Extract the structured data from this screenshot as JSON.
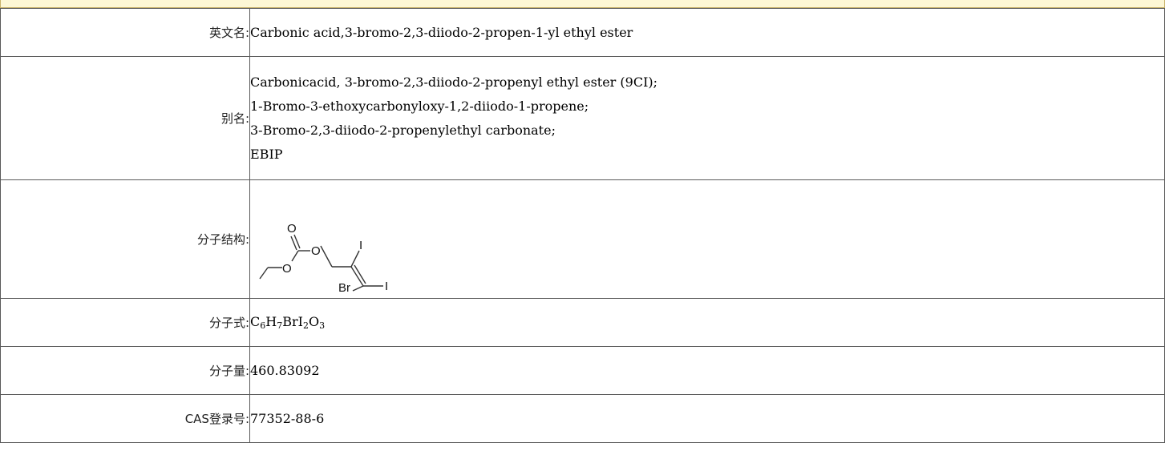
{
  "rows": {
    "english_name": {
      "label": "英文名:",
      "value": "Carbonic acid,3-bromo-2,3-diiodo-2-propen-1-yl ethyl ester"
    },
    "aliases": {
      "label": "别名:",
      "values": [
        "Carbonicacid, 3-bromo-2,3-diiodo-2-propenyl ethyl ester (9CI);",
        "1-Bromo-3-ethoxycarbonyloxy-1,2-diiodo-1-propene;",
        "3-Bromo-2,3-diiodo-2-propenylethyl carbonate;",
        "EBIP"
      ]
    },
    "structure": {
      "label": "分子结构:",
      "atoms": {
        "o1": "O",
        "o2": "O",
        "o3": "O",
        "i1": "I",
        "i2": "I",
        "br": "Br"
      }
    },
    "formula": {
      "label": "分子式:",
      "parts": {
        "c": "C",
        "c_n": "6",
        "h": "H",
        "h_n": "7",
        "bri": "BrI",
        "i_n": "2",
        "o": "O",
        "o_n": "3"
      }
    },
    "weight": {
      "label": "分子量:",
      "value": "460.83092"
    },
    "cas": {
      "label": "CAS登录号:",
      "value": "77352-88-6"
    }
  }
}
